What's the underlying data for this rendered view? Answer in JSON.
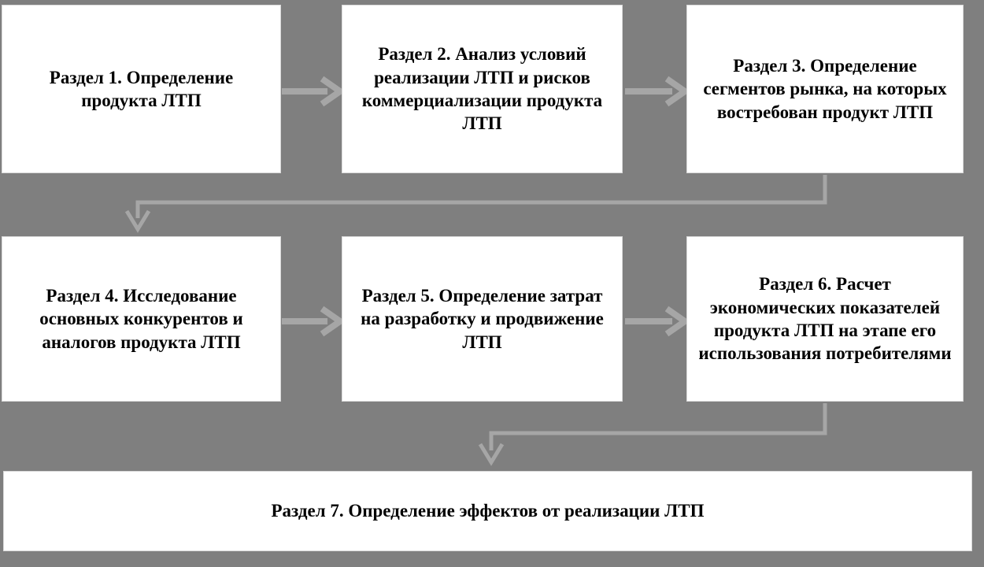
{
  "diagram": {
    "title_text": "",
    "background_color": "#7f7f7f",
    "node_fill_color": "#ffffff",
    "node_border_color": "#d9d9d9",
    "arrow_color": "#a6a6a6",
    "text_color": "#000000",
    "nodes": [
      {
        "id": "node-1",
        "number": 1,
        "label": "Раздел 1. Определение продукта ЛТП"
      },
      {
        "id": "node-2",
        "number": 2,
        "label": "Раздел 2. Анализ условий реализации ЛТП и рисков коммерциализации продукта ЛТП"
      },
      {
        "id": "node-3",
        "number": 3,
        "label": "Раздел 3. Определение сегментов рынка, на которых востребован продукт ЛТП"
      },
      {
        "id": "node-4",
        "number": 4,
        "label": "Раздел 4. Исследование основных конкурентов и аналогов продукта ЛТП"
      },
      {
        "id": "node-5",
        "number": 5,
        "label": "Раздел 5. Определение затрат на разработку и продвижение ЛТП"
      },
      {
        "id": "node-6",
        "number": 6,
        "label": "Раздел 6. Расчет экономических показателей продукта ЛТП на этапе его использования потребителями"
      },
      {
        "id": "node-7",
        "number": 7,
        "label": "Раздел 7. Определение эффектов от реализации ЛТП"
      }
    ],
    "connectors": [
      {
        "id": "arrow-1-to-2",
        "from": "node-1",
        "to": "node-2",
        "kind": "straight-right"
      },
      {
        "id": "arrow-2-to-3",
        "from": "node-2",
        "to": "node-3",
        "kind": "straight-right"
      },
      {
        "id": "arrow-3-to-4",
        "from": "node-3",
        "to": "node-4",
        "kind": "elbow-down-left"
      },
      {
        "id": "arrow-4-to-5",
        "from": "node-4",
        "to": "node-5",
        "kind": "straight-right"
      },
      {
        "id": "arrow-5-to-6",
        "from": "node-5",
        "to": "node-6",
        "kind": "straight-right"
      },
      {
        "id": "arrow-6-to-7",
        "from": "node-6",
        "to": "node-7",
        "kind": "elbow-down-left"
      }
    ]
  }
}
